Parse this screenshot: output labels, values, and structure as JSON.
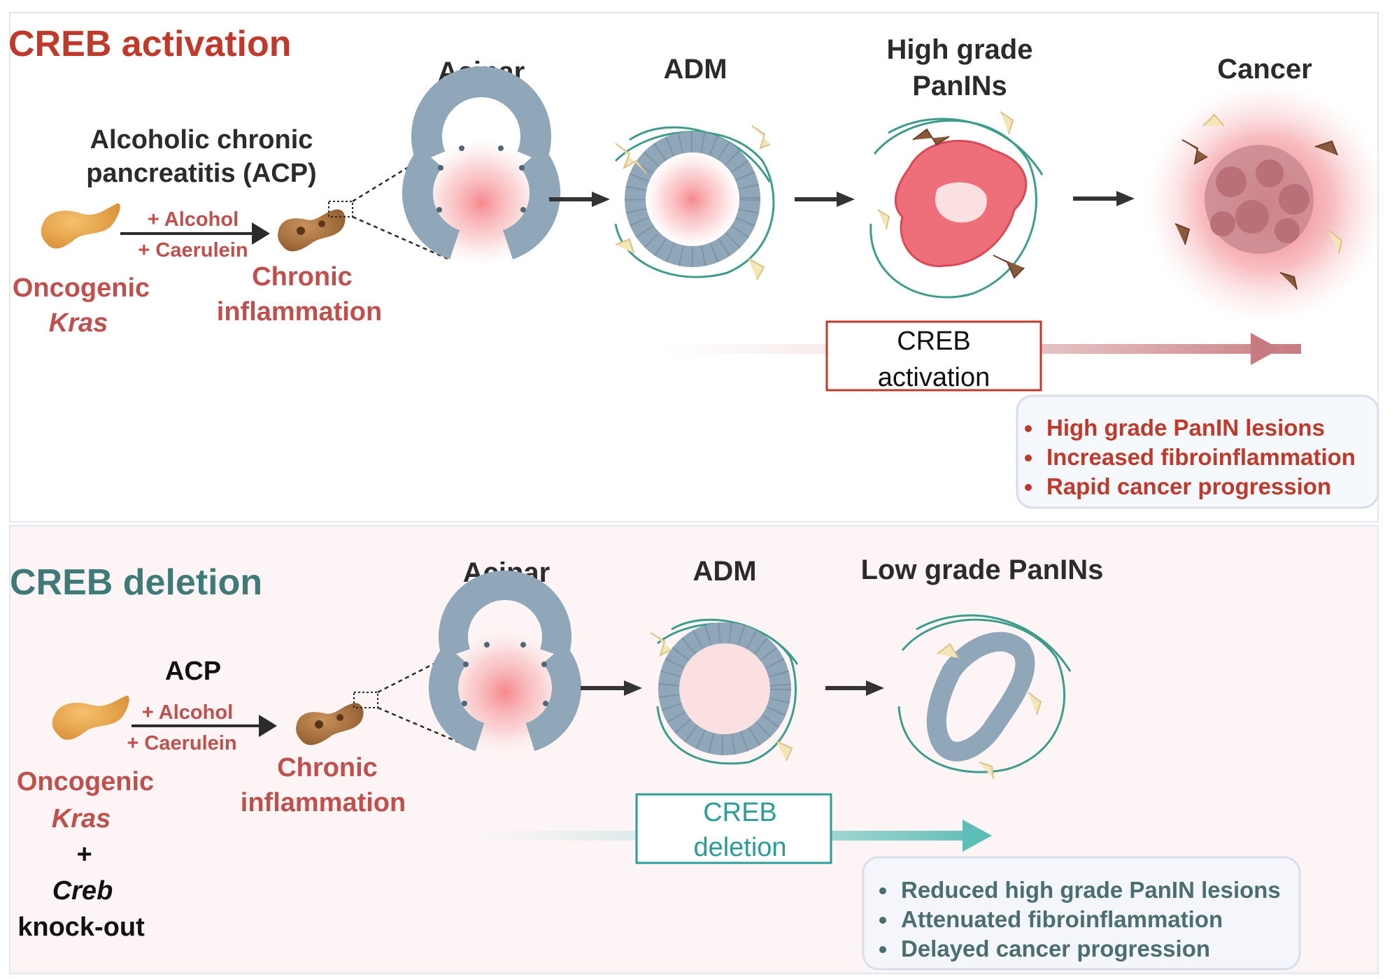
{
  "top": {
    "title": "CREB activation",
    "acp_title_line1": "Alcoholic chronic",
    "acp_title_line2": "pancreatitis (ACP)",
    "treatment1": "+ Alcohol",
    "treatment2": "+ Caerulein",
    "source_line1": "Oncogenic",
    "source_line2": "Kras",
    "inflammation_line1": "Chronic",
    "inflammation_line2": "inflammation",
    "stages": [
      "Acinar",
      "ADM",
      "High grade",
      "PanINs",
      "Cancer"
    ],
    "bar_label_line1": "CREB",
    "bar_label_line2": "activation",
    "outcomes": [
      "High grade PanIN lesions",
      "Increased fibroinflammation",
      "Rapid cancer progression"
    ]
  },
  "bottom": {
    "title": "CREB deletion",
    "acp_title": "ACP",
    "treatment1": "+ Alcohol",
    "treatment2": "+ Caerulein",
    "source_line1": "Oncogenic",
    "source_line2": "Kras",
    "source_line3": "+",
    "source_line4": "Creb",
    "source_line5": "knock-out",
    "inflammation_line1": "Chronic",
    "inflammation_line2": "inflammation",
    "stages": [
      "Acinar",
      "ADM",
      "Low grade PanINs"
    ],
    "bar_label_line1": "CREB",
    "bar_label_line2": "deletion",
    "outcomes": [
      "Reduced high grade PanIN lesions",
      "Attenuated fibroinflammation",
      "Delayed cancer progression"
    ]
  },
  "colors": {
    "activation": "#c03a2b",
    "deletion": "#3e7b78",
    "cell": "#8fa7b8",
    "lesion": "#ee6f79",
    "pancreas": "#e8a64b"
  }
}
